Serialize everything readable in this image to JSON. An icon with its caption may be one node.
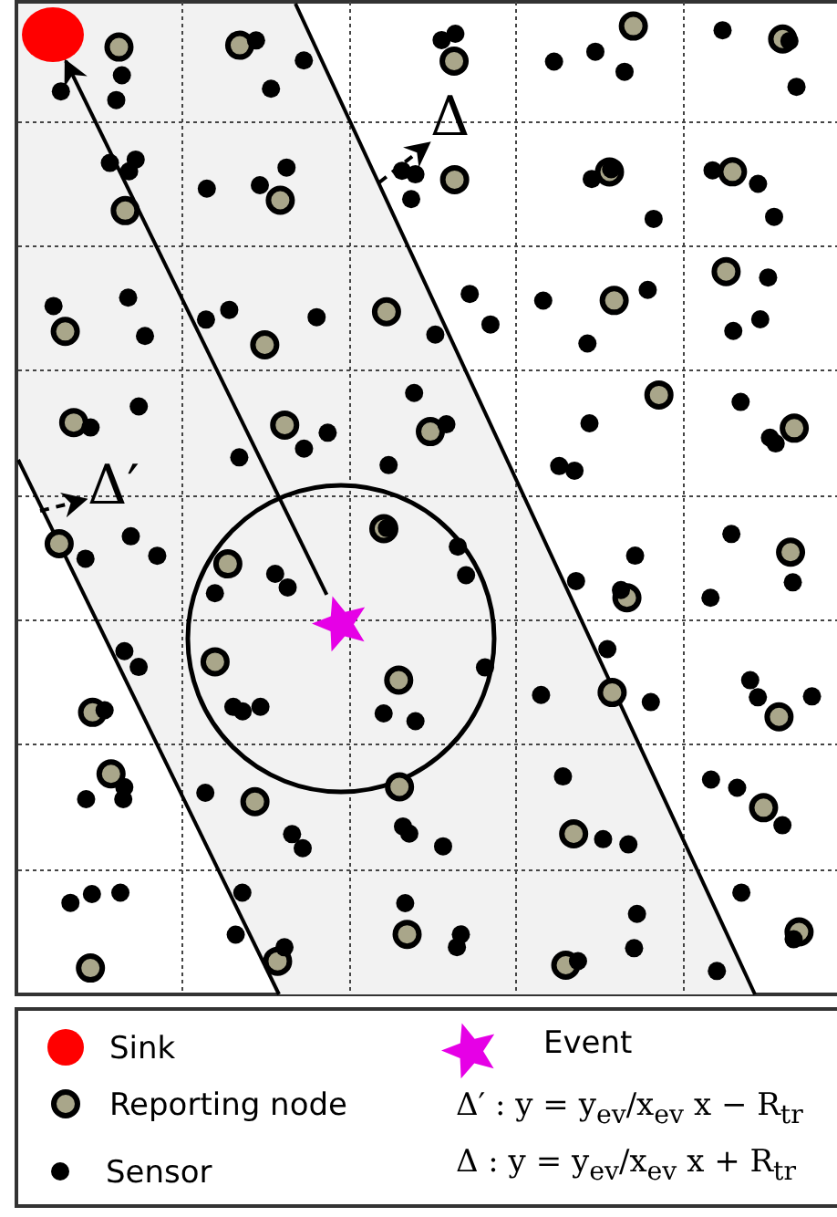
{
  "diagram": {
    "nodes": [
      {
        "text": [],
        "shape": "circle"
      },
      {
        "text": [],
        "shape": "star"
      },
      {
        "text": [
          "Δ"
        ]
      },
      {
        "text": [
          "Δ′"
        ]
      }
    ],
    "edges": [
      {
        "from": 1,
        "to": 0,
        "arrow": "to"
      },
      {
        "from": null,
        "to": 2,
        "arrow": "to",
        "style": "dashed"
      },
      {
        "from": null,
        "to": 3,
        "arrow": "to",
        "style": "dashed"
      }
    ],
    "labels": [
      "Δ′ :  y = y$_{ev}$/x$_{ev}$ x − R$_{tr}$",
      "Δ :  y = y$_{ev}$/x$_{ev}$ x + R$_{tr}$"
    ],
    "legend": [
      {
        "text": "Sink",
        "color": "#ff0000"
      },
      {
        "text": "Reporting node"
      },
      {
        "text": "Sensor"
      },
      {
        "text": "Event"
      }
    ]
  }
}
